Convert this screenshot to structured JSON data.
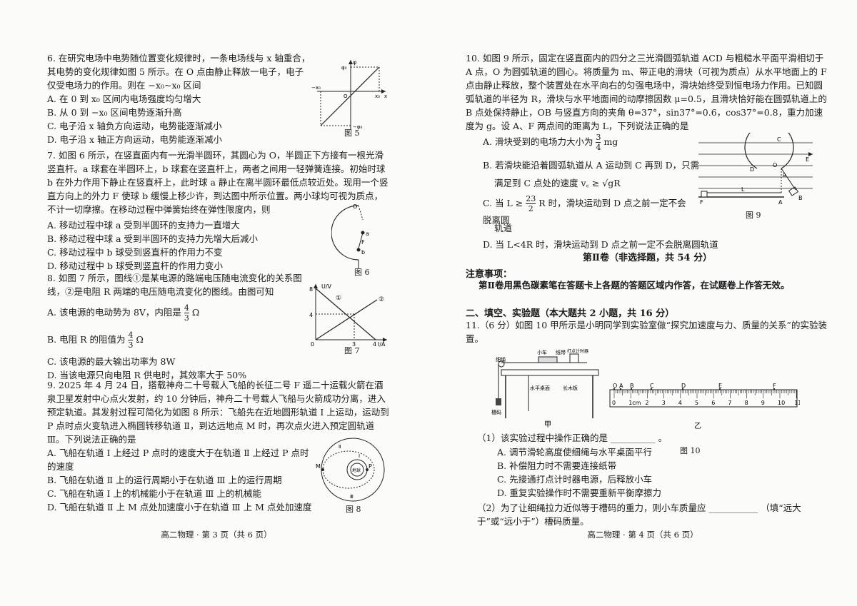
{
  "left": {
    "q6": {
      "stem": "6. 在研究电场中电势随位置变化规律时，一条电场线与 x 轴重合，其电势的变化规律如图 5 所示。在 O 点由静止释放一电子，电子仅受电场力的作用。则在 −x₀~x₀ 区间",
      "options": [
        "A. 在 0 到 x₀ 区间内电场强度均匀增大",
        "B. 从 0 到 −x₀ 区间电势逐渐升高",
        "C. 电子沿 x 轴负方向运动，电势能逐渐减小",
        "D. 电子沿 x 轴正方向运动，电势能逐渐减小"
      ],
      "fig": {
        "caption": "图 5",
        "phi": "φ",
        "x": "x",
        "phi0": "φ₀",
        "negphi0": "−φ₀",
        "x0": "x₀",
        "negx0": "−x₀",
        "o": "O"
      }
    },
    "q7": {
      "stem": "7. 如图 6 所示，在竖直面内有一光滑半圆环，其圆心为 O，半圆正下方接有一根光滑竖直杆。a 球套在半圆环上，b 球套在竖直杆上，两者之间用一轻弹簧连接。初始时球 b 在外力作用下静止在竖直杆上，此时球 a 静止在离半圆环最低点较近处。现用一个竖直方向上的外力 F 使球 b 缓慢上移少许，到达图中所示位置。两小球均可视为质点，不计一切摩擦。在移动过程中弹簧始终在弹性限度内，则",
      "options": [
        "A. 移动过程中球 a 受到半圆环的支持力一直增大",
        "B. 移动过程中球 a 受到半圆环的支持力先增大后减小",
        "C. 移动过程中 b 球受到竖直杆的作用力不变",
        "D. 移动过程中 b 球受到竖直杆的作用力变小"
      ],
      "fig": {
        "caption": "图 6",
        "o": "O",
        "a": "a",
        "b": "b",
        "f": "F"
      }
    },
    "q8": {
      "stem": "8. 如图 7 所示，图线①是某电源的路端电压随电流变化的关系图线，②是电阻 R 两端的电压随电流变化的图线。由图可知",
      "optA": "A. 该电源的电动势为 8V，内阻是",
      "optA_num": "4",
      "optA_den": "3",
      "optA_unit": "Ω",
      "optB": "B. 电阻 R 的阻值为",
      "optB_num": "4",
      "optB_den": "3",
      "optB_unit": "Ω",
      "optC": "C. 该电源的最大输出功率为 8W",
      "optD": "D. 当该电源只向电阻 R 供电时，其效率大于 50%",
      "fig": {
        "caption": "图 7",
        "ylabel": "U/V",
        "xlabel": "I/A",
        "y8": "8",
        "y4": "4",
        "x3": "3",
        "x4": "4",
        "o": "0",
        "l1": "①",
        "l2": "②"
      }
    },
    "q9": {
      "stem": "9. 2025 年 4 月 24 日，搭载神舟二十号载人飞船的长征二号 F 遥二十运载火箭在酒泉卫星发射中心点火发射，约 10 分钟后，神舟二十号载人飞船与火箭成功分离，进入预定轨道。其发射过程可简化为如图 8 所示：飞船先在近地圆形轨道 Ⅰ 上运动，运动到 P 点时点火变轨进入椭圆转移轨道 Ⅱ，到达远地点 M 时，再次点火进入预定圆轨道 Ⅲ。下列说法正确的是",
      "options": [
        "A. 飞船在轨道 Ⅰ 上经过 P 点时的速度大于在轨道 Ⅱ 上经过 P 点时的速度",
        "B. 飞船在轨道 Ⅱ 上的运行周期小于在轨道 Ⅲ 上的运行周期",
        "C. 飞船在轨道 Ⅰ 上的机械能小于在轨道 Ⅲ 上的机械能",
        "D. 飞船在轨道 Ⅱ 上 M 点处加速度小于在轨道 Ⅲ 上 M 点处加速度"
      ],
      "fig": {
        "caption": "图 8",
        "earth": "地球",
        "m": "M",
        "p": "P",
        "r1": "Ⅰ",
        "r2": "Ⅱ",
        "r3": "Ⅲ"
      }
    },
    "footer": "高二物理 · 第 3 页（共 6 页）"
  },
  "right": {
    "q10": {
      "stem": "10. 如图 9 所示，固定在竖直面内的四分之三光滑圆弧轨道 ACD 与粗糙水平面平滑相切于 A 点，O 为圆弧轨道的圆心。将质量为 m、带正电的滑块（可视为质点）从水平地面上的 F 点由静止释放，整个装置处在水平向右的匀强电场中，滑块始终受到恒电场力作用。已知圆弧轨道的半径为 R，滑块与水平地面间的动摩擦因数 μ=0.5，且滑块恰好能在圆弧轨道上的 B 点处保持静止，OB 与竖直方向的夹角 θ=37°，sin37°=0.6，cos37°=0.8，重力加速度为 g。设 A、F 两点间的距离为 L，下列说法正确的是",
      "optA": "A. 滑块受到的电场力大小为",
      "optA_num": "3",
      "optA_den": "4",
      "optA_unit": "mg",
      "optB1": "B. 若滑块能沿着圆弧轨道从 A 运动到 C 再到 D，只需",
      "optB2": "满足到 C 点处的速度 v꜀ ≥ √gR",
      "optC1": "C. 当 L ≥",
      "optC_num": "23",
      "optC_den": "2",
      "optC2": "R 时，滑块运动到 D 点之前一定不会脱离圆",
      "optC3": "轨道",
      "optD": "D. 当 L<4R 时，滑块运动到 D 点之前一定不会脱离圆轨道",
      "fig": {
        "caption": "图 9",
        "c": "C",
        "d": "D",
        "o": "O",
        "e": "E",
        "a": "A",
        "b": "B",
        "f": "F",
        "l": "L",
        "theta": "θ"
      }
    },
    "part2_title": "第Ⅱ卷（非选择题，共 54 分）",
    "notice_title": "注意事项：",
    "notice_text": "第Ⅱ卷用黑色碳素笔在答题卡上各题的答题区域内作答，在试题卷上作答无效。",
    "section2": "二、填空、实验题（本大题共 2 小题，共 16 分）",
    "q11": {
      "stem": "11.（6 分）如图 10 甲所示是小明同学到实验室做“探究加速度与力、质量的关系”的实验装置。",
      "fig_labels": {
        "rope": "细绳",
        "cart": "小车",
        "tape": "纸带",
        "timer": "打点计时器",
        "desk": "水平桌面",
        "board": "长木板",
        "weight": "槽码",
        "jia": "甲",
        "yi": "乙",
        "caption": "图 10"
      },
      "ruler_points": [
        "O",
        "A",
        "B",
        "C",
        "D",
        "E",
        "F"
      ],
      "ruler_ticks": [
        "0",
        "1cm",
        "2",
        "3",
        "4",
        "5",
        "6",
        "7",
        "8",
        "9",
        "10",
        "11"
      ],
      "sub1": "（1）该实验过程中操作正确的是",
      "sub1_blank": "__________",
      "sub1_end": "。",
      "sub1_opts": [
        "A. 调节滑轮高度使细绳与水平桌面平行",
        "B. 补偿阻力时不需要连接纸带",
        "C. 先接通打点计时器电源，后释放小车",
        "D. 重复实验操作时不需要重新平衡摩擦力"
      ],
      "sub2a": "（2）为了让细绳拉力近似等于槽码的重力，则小车质量应",
      "sub2_blank": "___________",
      "sub2b": "（填“远大于”或“远小于”）槽码质量。"
    },
    "footer": "高二物理 · 第 4 页（共 6 页）"
  }
}
